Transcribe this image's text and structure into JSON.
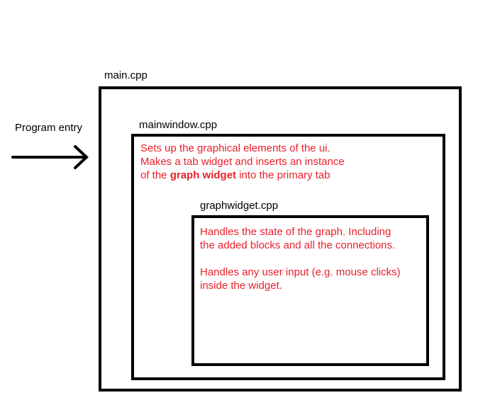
{
  "program_entry": {
    "label": "Program entry"
  },
  "main_cpp": {
    "title": "main.cpp"
  },
  "mainwindow_cpp": {
    "title": "mainwindow.cpp",
    "line1": "Sets up the graphical elements of the ui.",
    "line2": "Makes a tab widget and inserts an instance",
    "line3_before": "of the ",
    "line3_bold": "graph widget",
    "line3_after": " into the primary tab"
  },
  "graphwidget_cpp": {
    "title": "graphwidget.cpp",
    "line1": "Handles the state of the graph. Including",
    "line2": "the added blocks and all the connections.",
    "line3": "Handles any user input (e.g. mouse clicks)",
    "line4": "inside the widget."
  },
  "colors": {
    "text": "#000000",
    "description": "#e8202a",
    "border": "#000000"
  },
  "icons": {
    "entry_arrow": "right-arrow-icon"
  }
}
